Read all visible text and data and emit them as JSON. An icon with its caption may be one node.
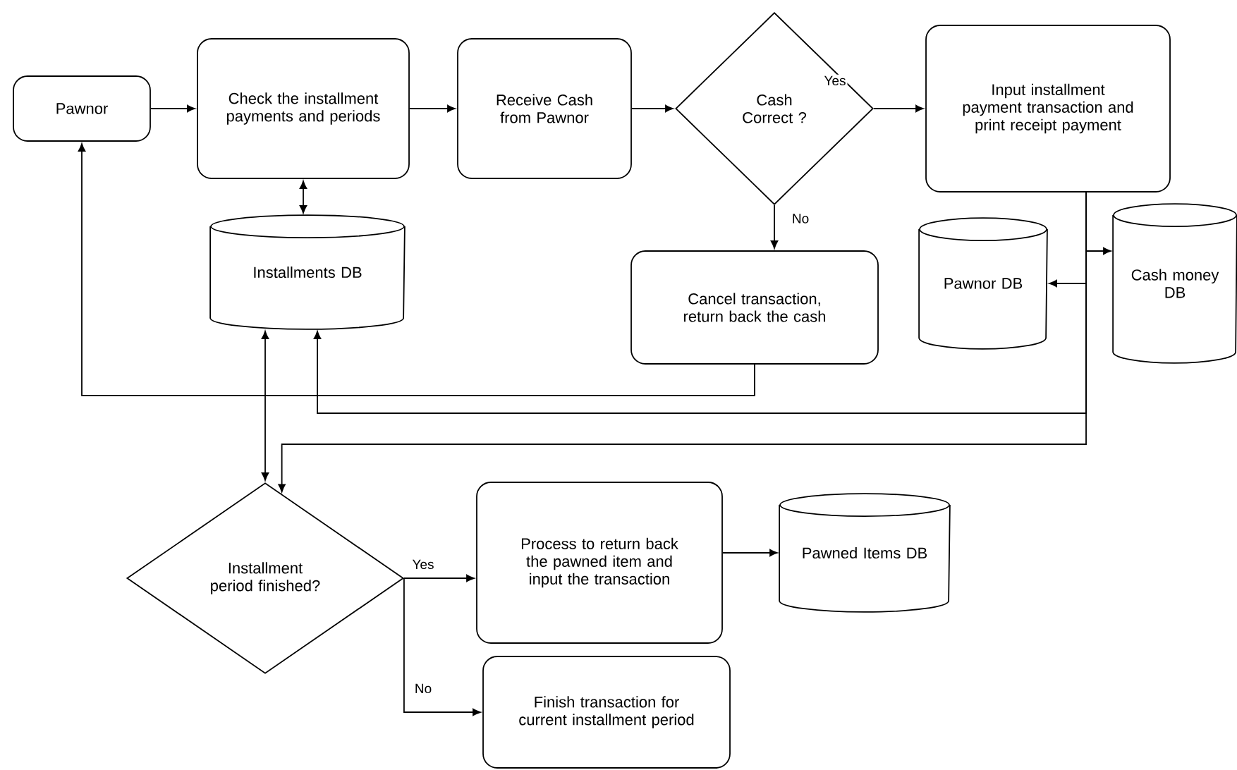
{
  "diagram": {
    "nodes": [
      {
        "text": [
          "Pawnor"
        ]
      },
      {
        "text": [
          "Check the installment payments and periods"
        ]
      },
      {
        "text": [
          "Receive Cash from Pawnor"
        ]
      },
      {
        "text": [
          "Cash Correct ?"
        ]
      },
      {
        "text": [
          "Input installment payment transaction and print receipt payment"
        ]
      },
      {
        "text": [
          "Installments DB"
        ]
      },
      {
        "text": [
          "Cancel transaction, return back the cash"
        ]
      },
      {
        "text": [
          "Pawnor DB"
        ]
      },
      {
        "text": [
          "Cash money DB"
        ]
      },
      {
        "text": [
          "Installment period finished?"
        ]
      },
      {
        "text": [
          "Process to return back the pawned item and input the transaction"
        ]
      },
      {
        "text": [
          "Pawned Items DB"
        ]
      },
      {
        "text": [
          "Finish transaction for current installment period"
        ]
      }
    ],
    "edges": [
      {
        "from": 0,
        "to": 1,
        "arrow": "to"
      },
      {
        "from": 1,
        "to": 2,
        "arrow": "to"
      },
      {
        "from": 2,
        "to": 3,
        "arrow": "to"
      },
      {
        "from": 3,
        "to": 4,
        "arrow": "to",
        "label": "Yes"
      },
      {
        "from": 3,
        "to": 6,
        "arrow": "to",
        "label": "No"
      },
      {
        "from": 1,
        "to": 5,
        "arrow": "both"
      },
      {
        "from": 6,
        "to": 0,
        "arrow": "to"
      },
      {
        "from": 4,
        "to": 5,
        "arrow": "to"
      },
      {
        "from": 4,
        "to": 7,
        "arrow": "to"
      },
      {
        "from": 4,
        "to": 8,
        "arrow": "to"
      },
      {
        "from": 4,
        "to": 9,
        "arrow": "to"
      },
      {
        "from": 5,
        "to": 9,
        "arrow": "both"
      },
      {
        "from": 9,
        "to": 10,
        "arrow": "to",
        "label": "Yes"
      },
      {
        "from": 9,
        "to": 12,
        "arrow": "to",
        "label": "No"
      },
      {
        "from": 10,
        "to": 11,
        "arrow": "to"
      }
    ]
  }
}
